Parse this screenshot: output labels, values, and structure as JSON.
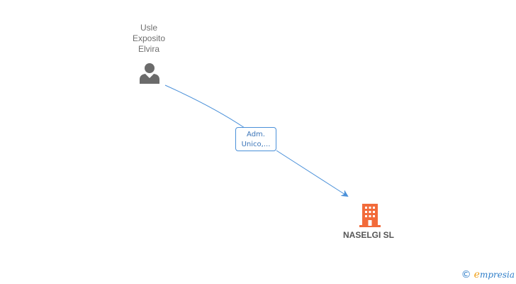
{
  "person": {
    "name_lines": [
      "Usle",
      "Exposito",
      "Elvira"
    ],
    "icon": "person-icon"
  },
  "relation": {
    "label_lines": [
      "Adm.",
      "Unico,..."
    ]
  },
  "company": {
    "name": "NASELGI SL",
    "icon": "building-icon"
  },
  "watermark": {
    "copyright_symbol": "©",
    "brand_initial": "e",
    "brand_rest": "mpresia"
  },
  "colors": {
    "edge": "#4a90d9",
    "company_icon": "#f26b3a",
    "person_icon": "#6b6b6b",
    "label_text": "#6f6f6f"
  }
}
